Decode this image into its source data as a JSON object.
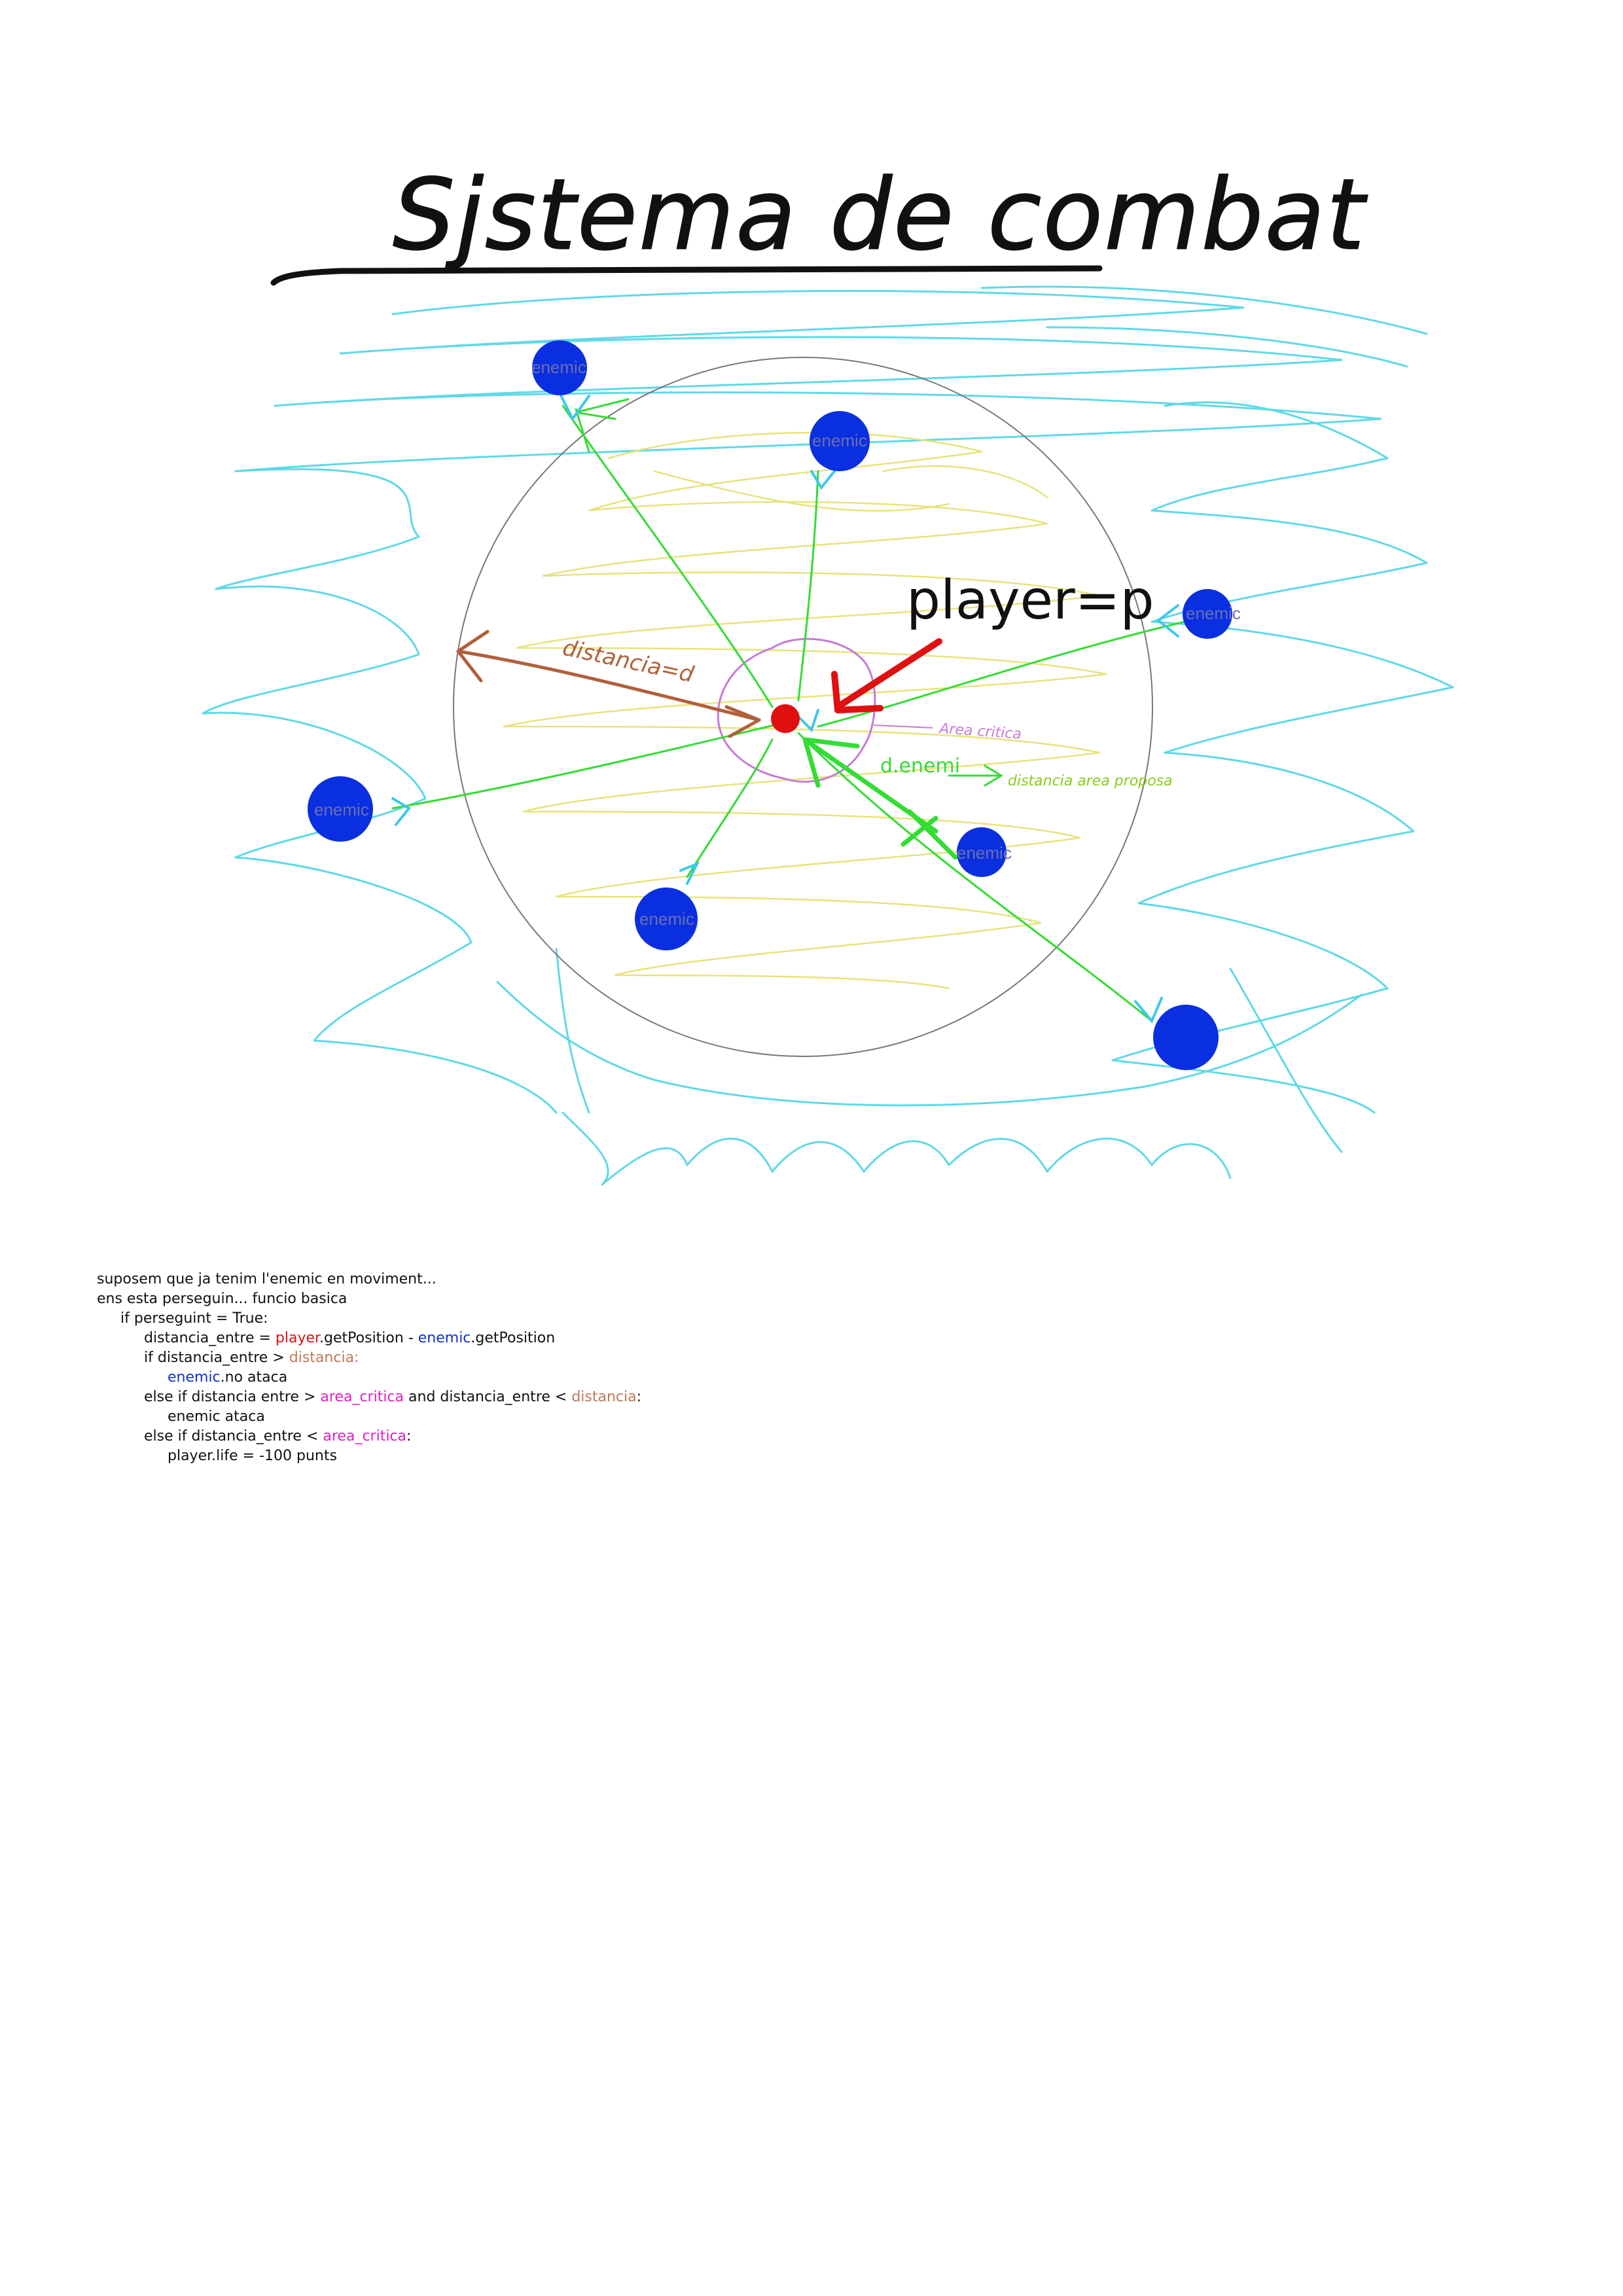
{
  "colors": {
    "title": "#111111",
    "enemy_blue": "#0a2fe0",
    "player_red": "#e01010",
    "arrow_green": "#33dd33",
    "cyan_scribble": "#5fd9e6",
    "yellow_scribble": "#e6e37a",
    "critical_purple": "#c57bd6",
    "distance_brown": "#b0603a",
    "code_player": "#e01010",
    "code_enemic": "#1030d8",
    "code_distancia": "#c0785a",
    "code_area": "#e020c0"
  },
  "diagram": {
    "title": "Sjstema de combat",
    "player_label": "player=p",
    "distance_label": "distancia=d",
    "critical_area_label": "Area critica",
    "enemy_distance_label": "d.enemi",
    "proposed_area_label": "distancia area proposa",
    "enemy_label": "enemic"
  },
  "code": {
    "line1": "suposem que ja tenim l'enemic en moviment...",
    "line2": "ens esta perseguin... funcio basica",
    "line3": "if perseguint = True:",
    "line4_a": "distancia_entre = ",
    "line4_player": "player",
    "line4_b": ".getPosition - ",
    "line4_enemic": "enemic",
    "line4_c": ".getPosition",
    "line5_a": "if distancia_entre > ",
    "line5_distancia": "distancia:",
    "line6_enemic": "enemic",
    "line6_b": ".no ataca",
    "line7_a": "else if distancia entre > ",
    "line7_area": "area_critica",
    "line7_b": " and distancia_entre < ",
    "line7_distancia": "distancia",
    "line7_c": ":",
    "line8": "enemic ataca",
    "line9_a": "else if distancia_entre < ",
    "line9_area": "area_critica",
    "line9_b": ":",
    "line10": "player.life = -100 punts"
  }
}
